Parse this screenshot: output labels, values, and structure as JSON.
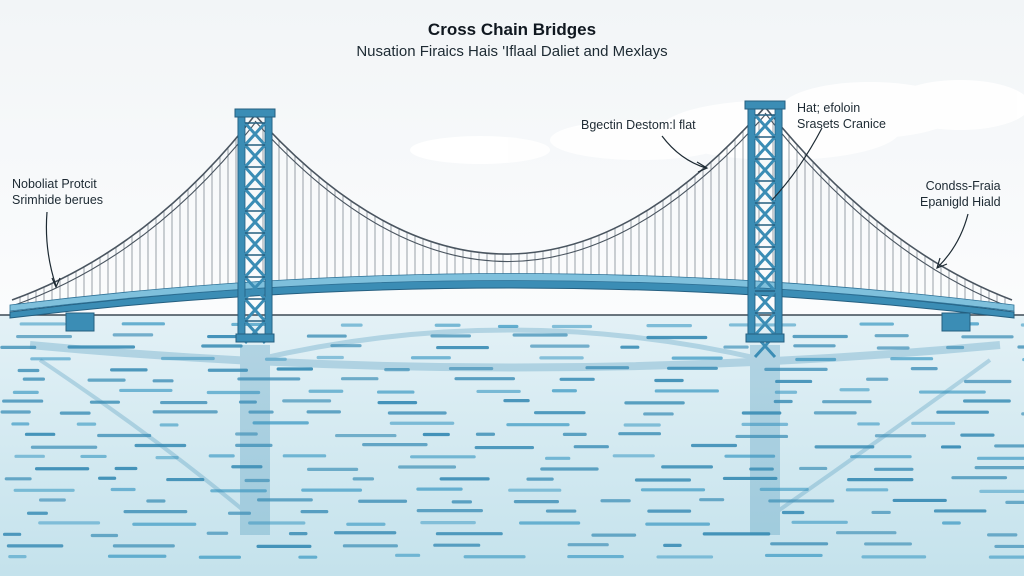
{
  "diagram": {
    "title": "Cross Chain Bridges",
    "subtitle": "Nusation Firaics Hais 'Iflaal Daliet and Mexlays",
    "annotations": {
      "left": {
        "line1": "Noboliat Protcit",
        "line2": "Srimhide berues"
      },
      "center": {
        "line1": "Bgectin Destom:l flat"
      },
      "tower": {
        "line1": "Hat; efoloin",
        "line2": "Srasets Cranice"
      },
      "right": {
        "line1": "Condss-Fraia",
        "line2": "Epanigld Hiald"
      }
    }
  },
  "colors": {
    "steel": "#3b8db5",
    "steel_light": "#7fc0dc",
    "cable": "#4a5560",
    "water": "#cfe8f1",
    "water_deep": "#a9d6e6",
    "sky": "#f4f7f9",
    "ink": "#1d2a33"
  }
}
